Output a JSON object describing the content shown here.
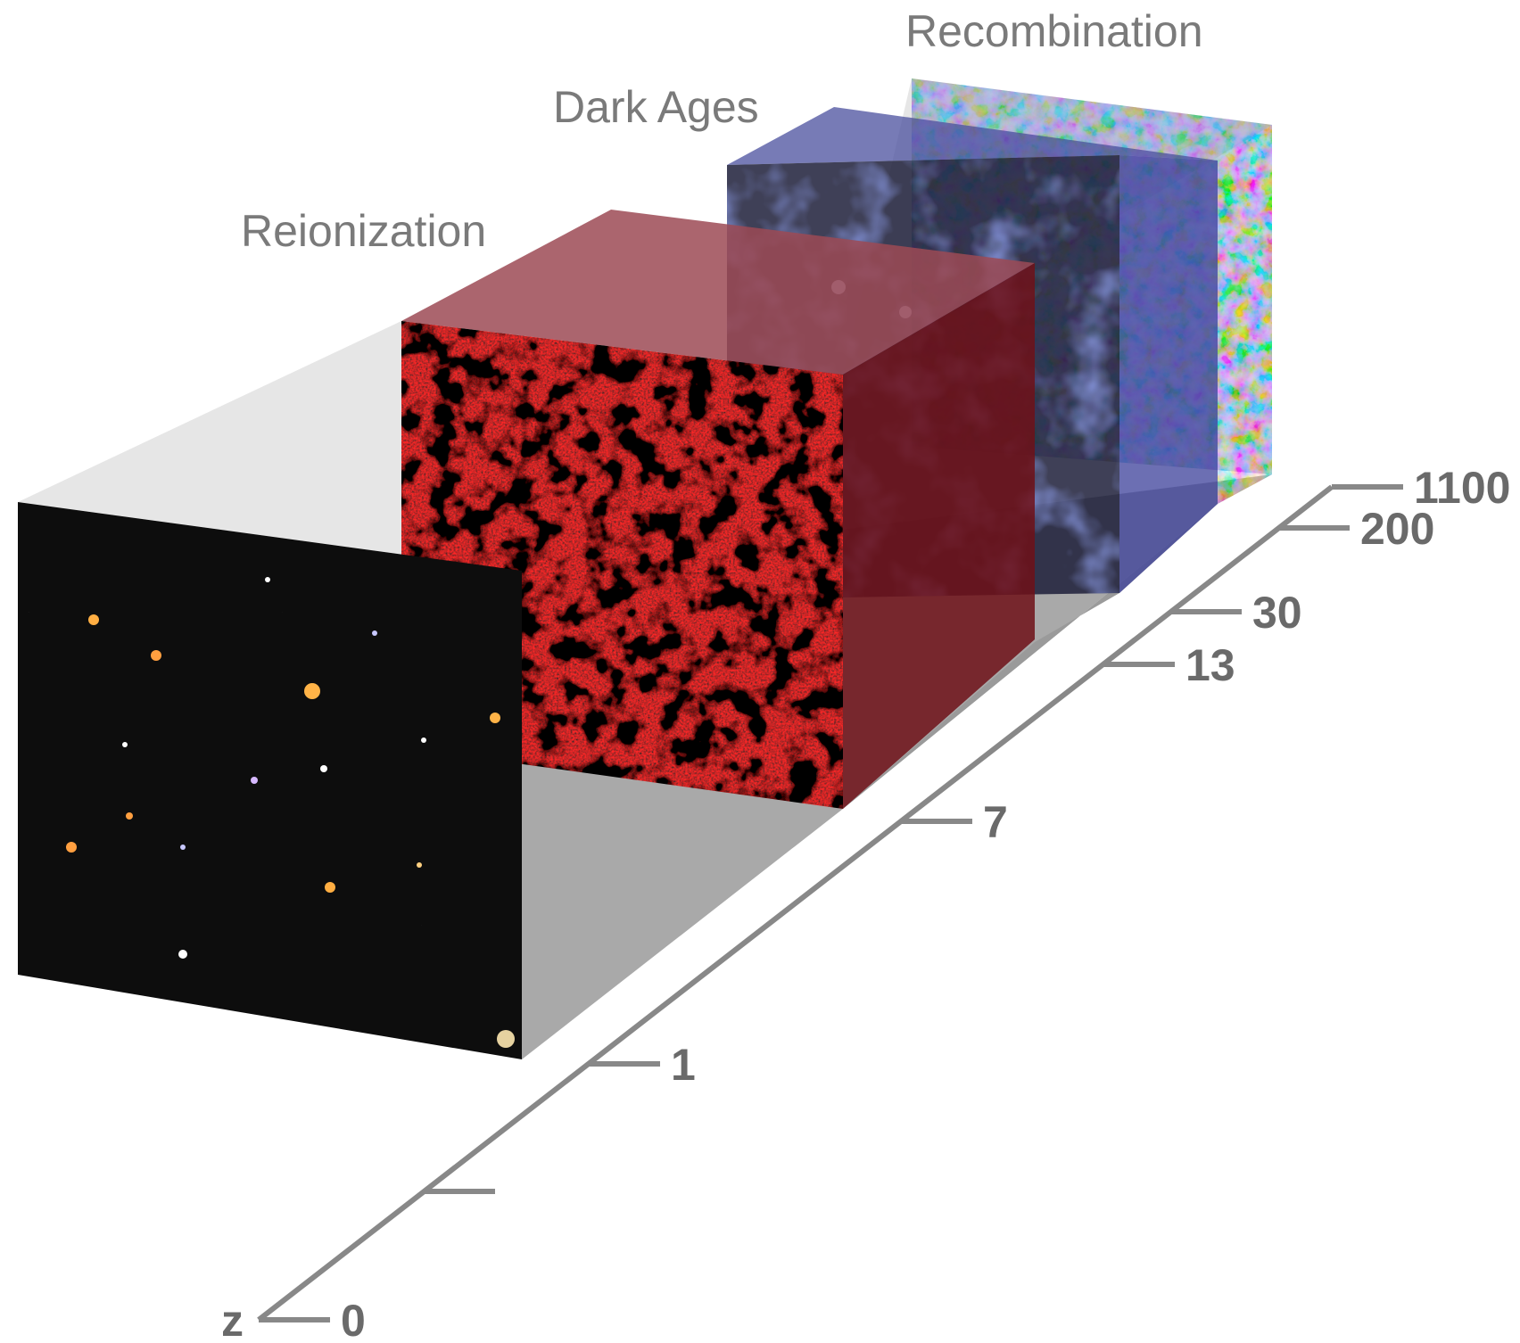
{
  "labels": {
    "recombination": "Recombination",
    "dark_ages": "Dark Ages",
    "reionization": "Reionization"
  },
  "axis": {
    "name": "z",
    "ticks": [
      {
        "value": 0,
        "label": "0"
      },
      {
        "value": 0.5,
        "label": ""
      },
      {
        "value": 1,
        "label": "1"
      },
      {
        "value": 7,
        "label": "7"
      },
      {
        "value": 13,
        "label": "13"
      },
      {
        "value": 30,
        "label": "30"
      },
      {
        "value": 200,
        "label": "200"
      },
      {
        "value": 1100,
        "label": "1100"
      }
    ]
  },
  "colors": {
    "axis": "#888888",
    "tick_text": "#6a6a6a",
    "label_text": "#7a7a7a",
    "floor_shadow": "#a9a9a9",
    "top_shadow": "#e6e6e6",
    "reionization": "#8b1a1f",
    "dark_ages": "#3b3f9a",
    "recombination_blue": "#2f5fd0",
    "recombination_green": "#6cc08a",
    "galaxy_bg": "#0d0b08"
  },
  "icons": [
    "hubble-deep-field-image",
    "reionization-map-image",
    "dark-ages-map-image",
    "cmb-map-image"
  ]
}
